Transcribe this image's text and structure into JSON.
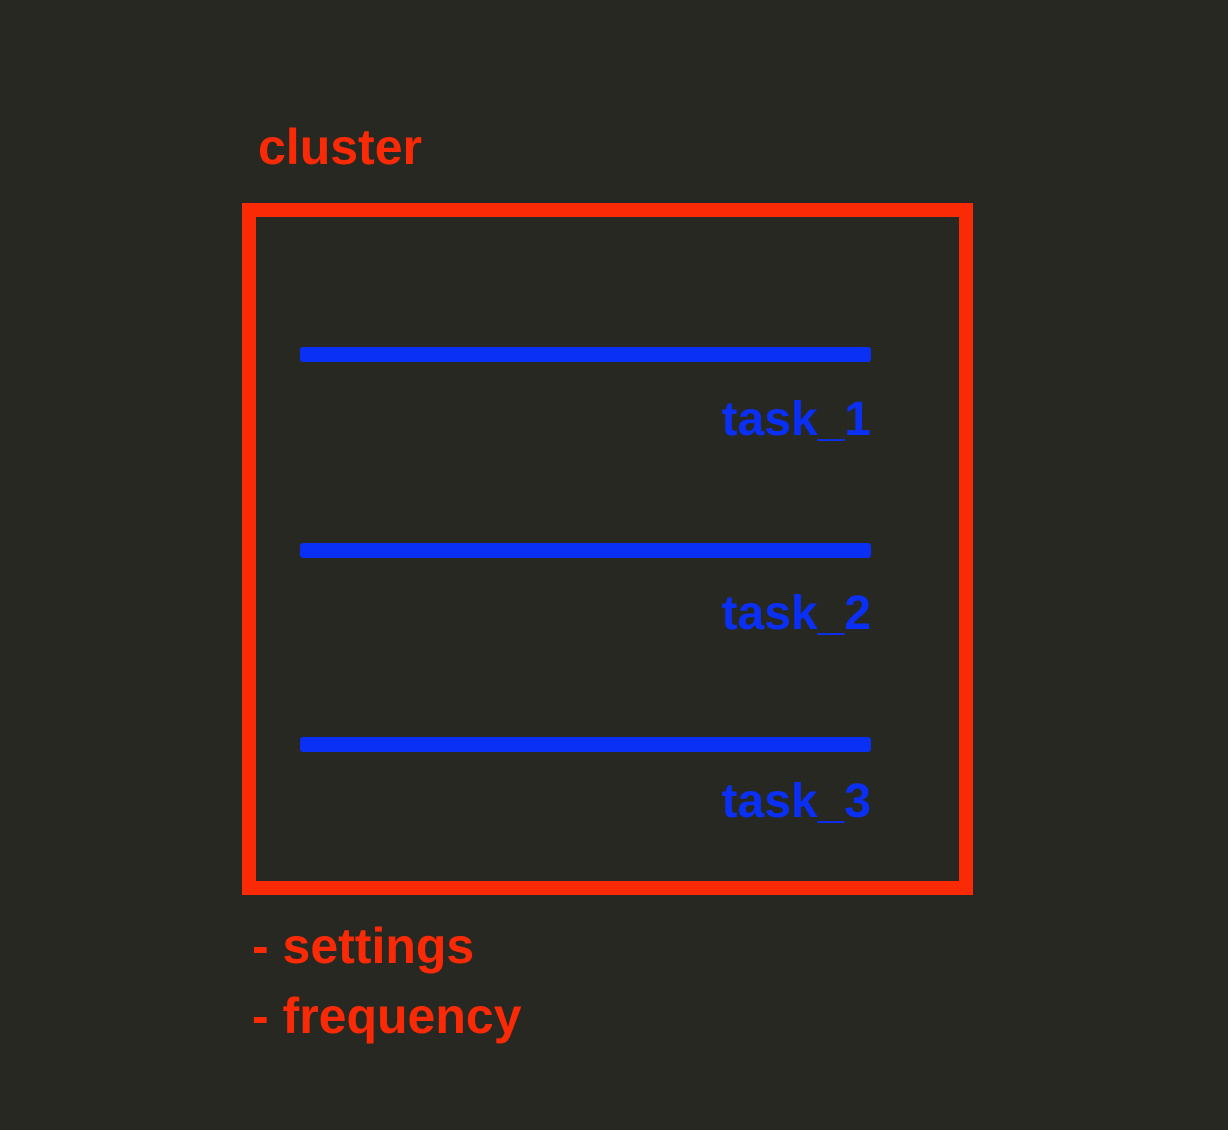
{
  "colors": {
    "background": "#282823",
    "accent_red": "#fb2a06",
    "accent_blue": "#0a2ff5"
  },
  "diagram": {
    "cluster_label": "cluster",
    "tasks": [
      {
        "label": "task_1"
      },
      {
        "label": "task_2"
      },
      {
        "label": "task_3"
      }
    ],
    "annotations": [
      {
        "text": "- settings"
      },
      {
        "text": "- frequency"
      }
    ]
  }
}
